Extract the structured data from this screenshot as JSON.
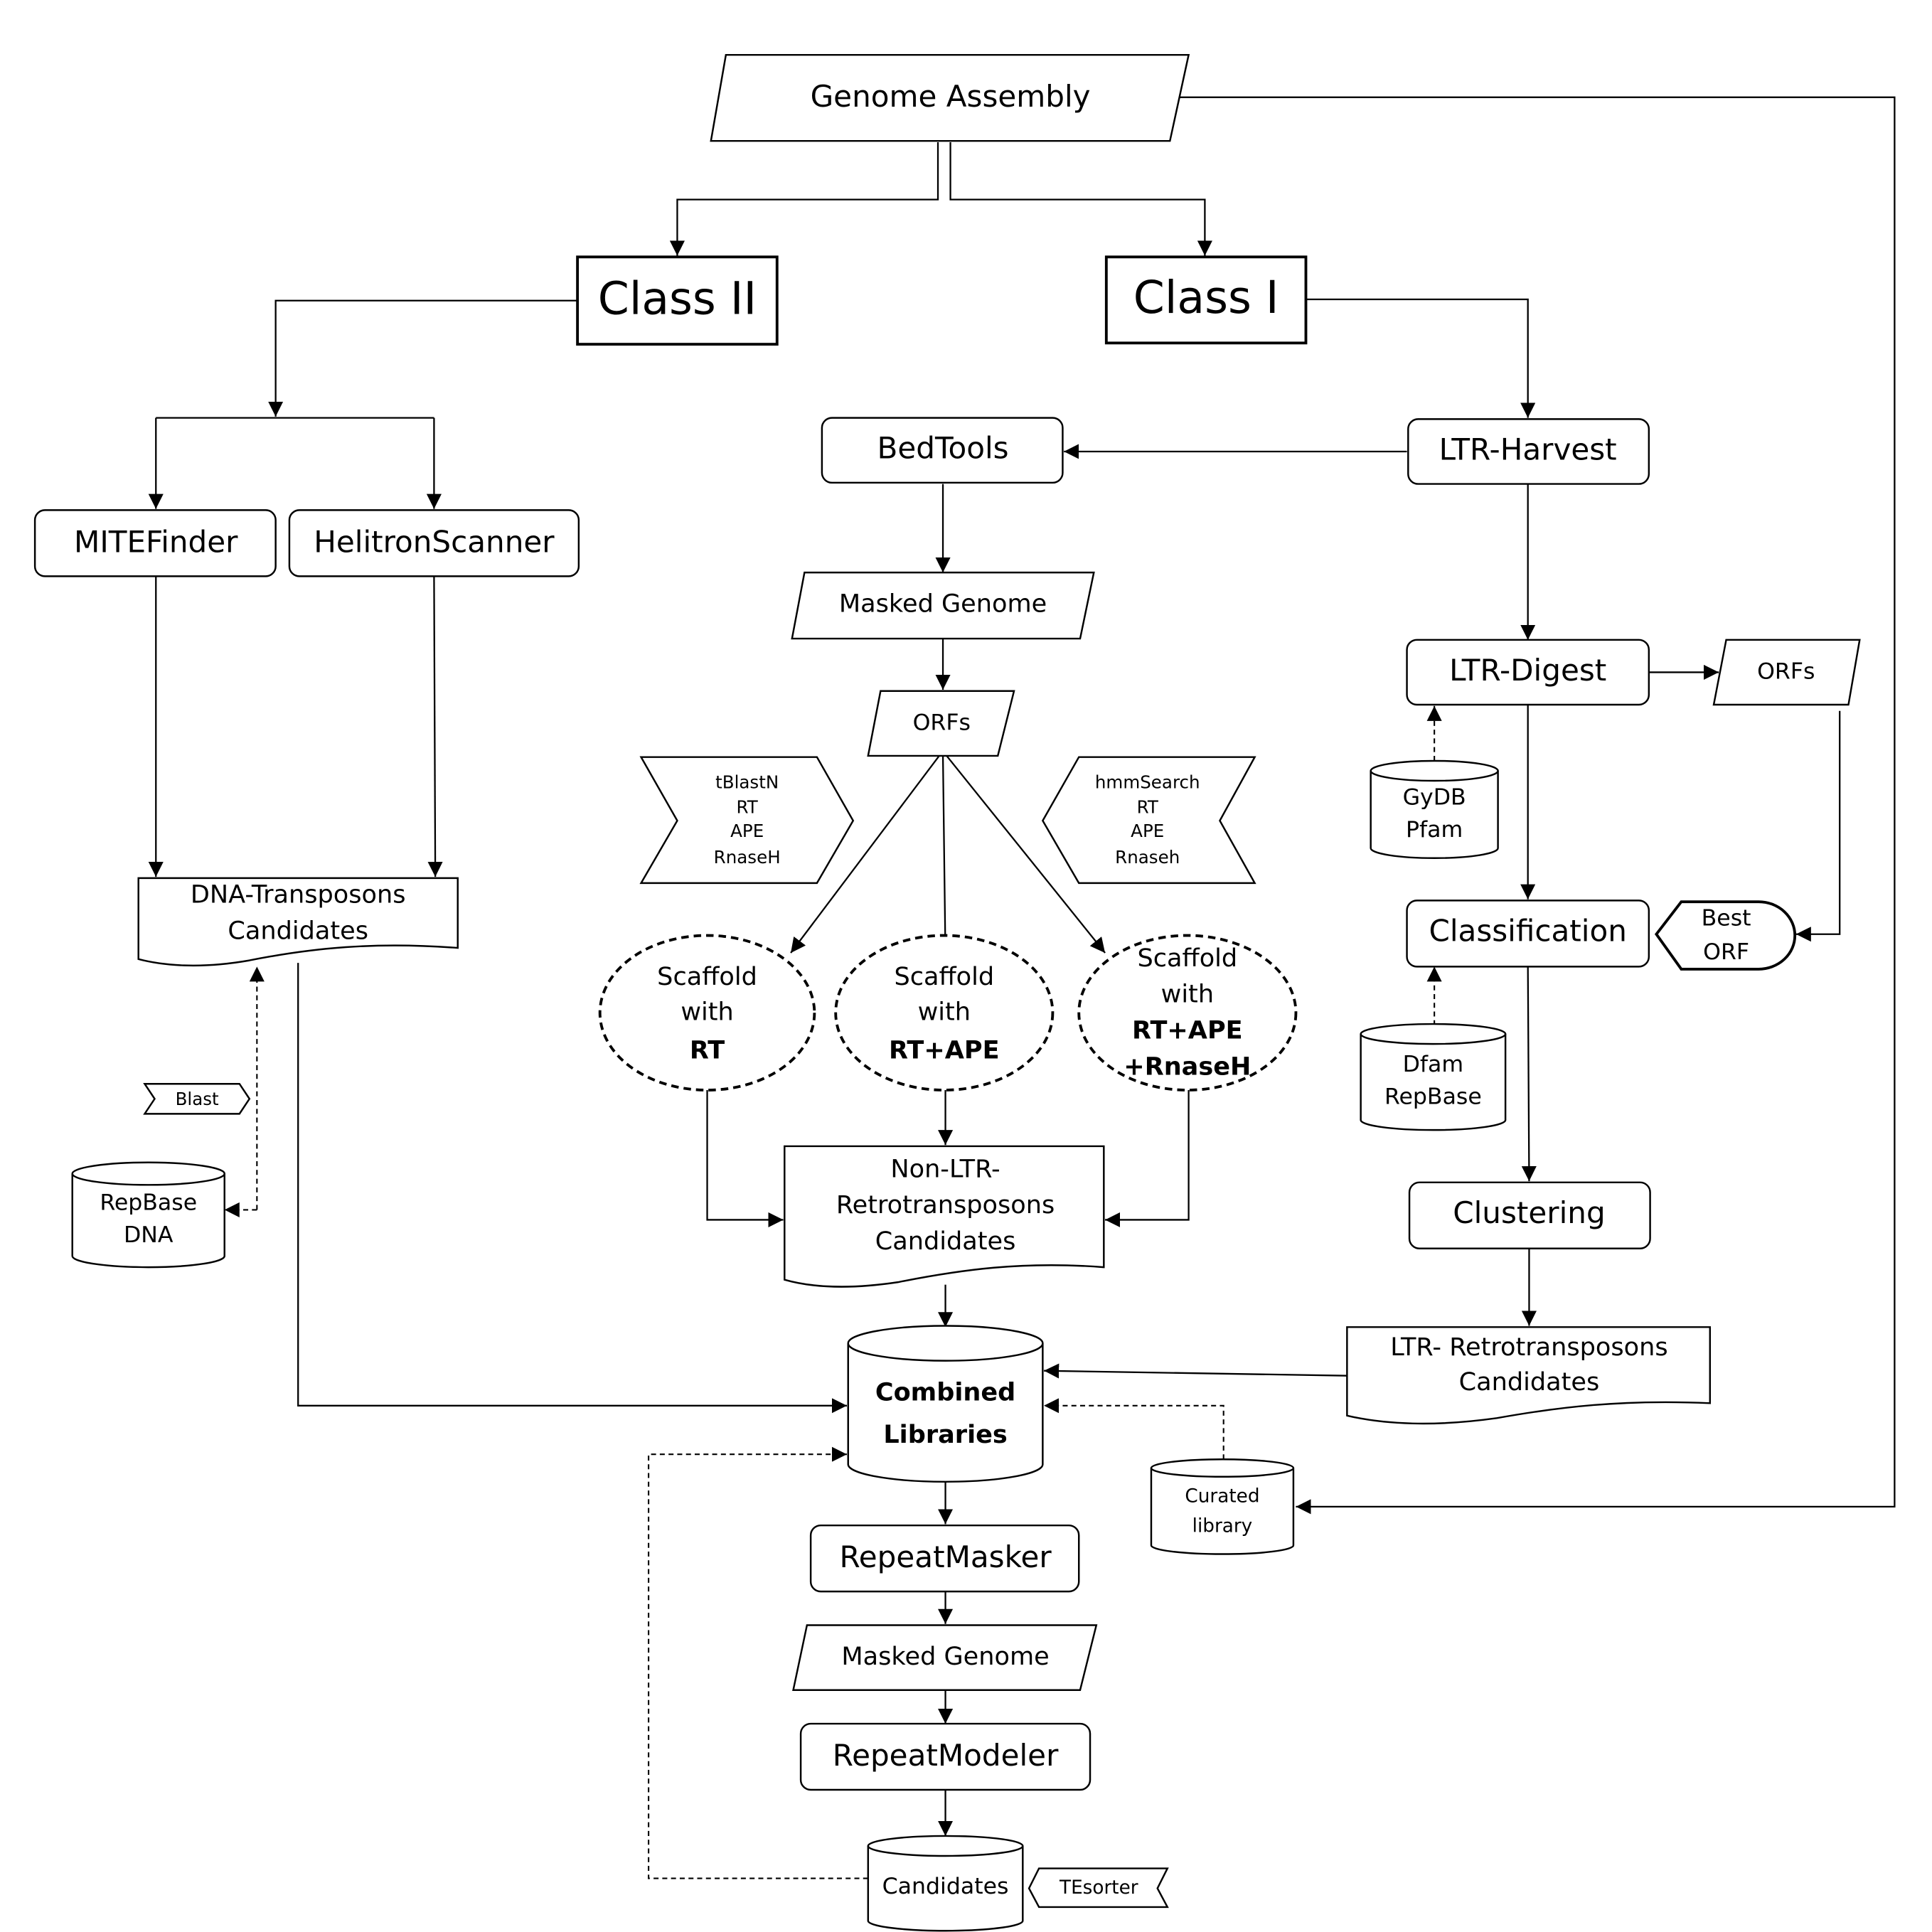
{
  "diagram": {
    "nodes": {
      "genome_assembly": "Genome Assembly",
      "class_ii": "Class II",
      "class_i": "Class I",
      "mitefinder": "MITEFinder",
      "helitronscanner": "HelitronScanner",
      "bedtools": "BedTools",
      "ltr_harvest": "LTR-Harvest",
      "masked_genome_1": "Masked Genome",
      "orfs_center": "ORFs",
      "tblastn_tool": [
        "tBlastN",
        "RT",
        "APE",
        "RnaseH"
      ],
      "hmmsearch_tool": [
        "hmmSearch",
        "RT",
        "APE",
        "Rnaseh"
      ],
      "scaffold_rt": [
        "Scaffold",
        "with",
        "RT"
      ],
      "scaffold_rt_ape": [
        "Scaffold",
        "with",
        "RT+APE"
      ],
      "scaffold_rt_ape_rnaseh": [
        "Scaffold",
        "with",
        "RT+APE",
        "+RnaseH"
      ],
      "ltr_digest": "LTR-Digest",
      "orfs_right": "ORFs",
      "gydb_pfam": [
        "GyDB",
        "Pfam"
      ],
      "classification": "Classification",
      "best_orf": [
        "Best",
        "ORF"
      ],
      "dfam_repbase": [
        "Dfam",
        "RepBase"
      ],
      "clustering": "Clustering",
      "dna_transposons": [
        "DNA-Transposons",
        "Candidates"
      ],
      "blast_tool": "Blast",
      "repbase_dna": [
        "RepBase",
        "DNA"
      ],
      "non_ltr": [
        "Non-LTR-",
        "Retrotransposons",
        "Candidates"
      ],
      "ltr_retro": [
        "LTR- Retrotransposons",
        "Candidates"
      ],
      "combined_libraries": [
        "Combined",
        "Libraries"
      ],
      "curated_library": [
        "Curated",
        "library"
      ],
      "repeatmasker": "RepeatMasker",
      "masked_genome_2": "Masked Genome",
      "repeatmodeler": "RepeatModeler",
      "candidates": "Candidates",
      "tesorter_tool": "TEsorter"
    }
  }
}
